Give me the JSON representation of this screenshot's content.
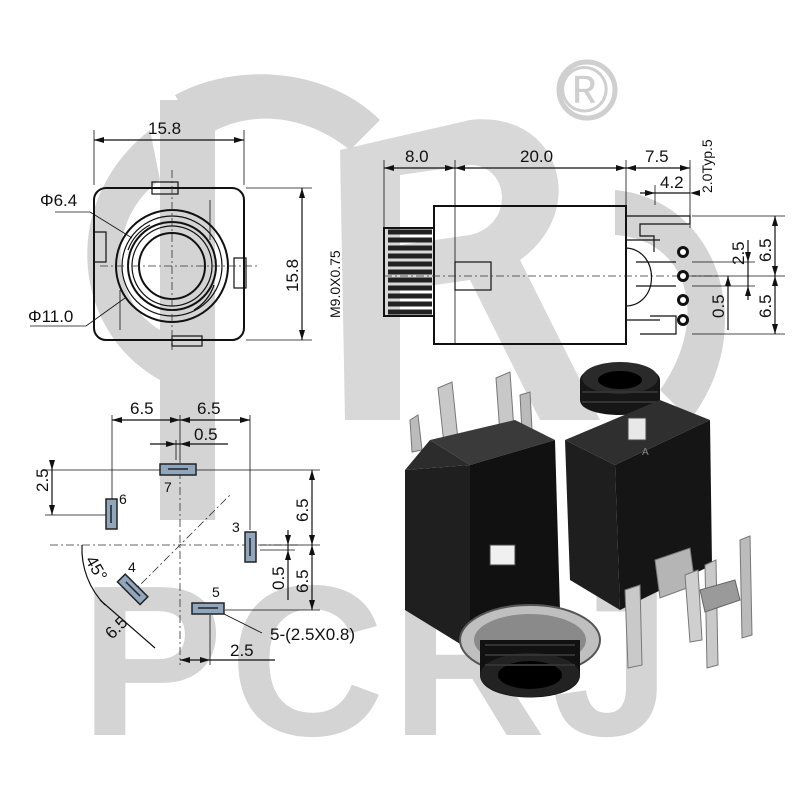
{
  "watermark": {
    "text": "PCRJ",
    "registered_mark": "®"
  },
  "front_view": {
    "width": "15.8",
    "height": "15.8",
    "inner_diameter": "Φ6.4",
    "outer_diameter": "Φ11.0"
  },
  "side_view": {
    "thread": "M9.0X0.75",
    "thread_length": "8.0",
    "body_length": "20.0",
    "pin_length": "7.5",
    "pin_offset": "4.2",
    "pin_width": "2.0Typ.5",
    "pitch_upper": "6.5",
    "pitch_lower": "6.5",
    "pin_gap_a": "2.5",
    "pin_gap_b": "0.5"
  },
  "footprint": {
    "left_span": "6.5",
    "right_span": "6.5",
    "offset_small": "0.5",
    "offset_top": "2.5",
    "v_upper": "6.5",
    "v_lower": "6.5",
    "v_small": "0.5",
    "angle": "45°",
    "diag": "6.5",
    "bottom_offset": "2.5",
    "pad_size": "5-(2.5X0.8)",
    "pins": [
      "3",
      "4",
      "5",
      "6",
      "7"
    ]
  },
  "colors": {
    "line": "#111111",
    "watermark": "#d4d4d4",
    "body": "#1a1a1a",
    "pad": "#8fa6bd"
  }
}
